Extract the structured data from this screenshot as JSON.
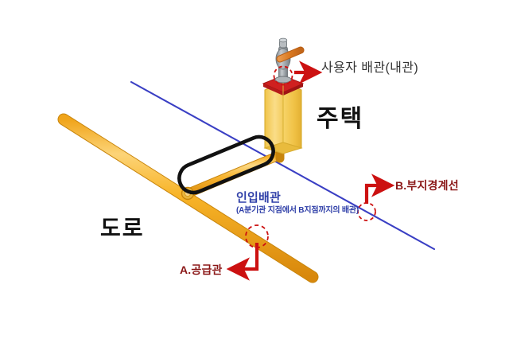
{
  "diagram": {
    "title_visible": false,
    "background_color": "#ffffff",
    "labels": {
      "user_pipe": "사용자 배관(내관)",
      "house": "주택",
      "road": "도로",
      "inlet_pipe_title": "인입배관",
      "inlet_pipe_subtitle": "(A분기관 지점에서 B지점까지의 배관)",
      "point_a": "A.공급관",
      "point_b": "B.부지경계선"
    },
    "colors": {
      "pipe_orange": "#f6a416",
      "pipe_orange_light": "#fbd273",
      "pipe_orange_dark": "#d8860c",
      "house_yellow": "#f7cf5e",
      "house_yellow_light": "#fbe08f",
      "house_yellow_dark": "#e8b93a",
      "house_roof_red": "#cc1f1f",
      "valve_gray": "#9aa0a4",
      "valve_gray_light": "#c9ced2",
      "handle_orange": "#e08a2e",
      "boundary_blue": "#3a3fc4",
      "annotation_red": "#cc1111",
      "annotation_red_dark": "#8a1616",
      "inlet_text_blue": "#2f3fa8",
      "highlight_outline_black": "#111111",
      "text_dark": "#333333",
      "text_black": "#111111"
    },
    "elements": {
      "boundary_line": "부지경계선 (blue diagonal line)",
      "supply_main_pipe": "공급관 (orange road main pipe)",
      "inlet_branch_pipe": "인입배관 (orange branch pipe to house)",
      "house_block": "주택 (yellow 3D block)",
      "meter_valve": "가스 계량기 밸브 (gray valve with orange handle)",
      "highlight_capsule": "인입배관 구간 강조 (black capsule outline)",
      "marker_a": "A 지점 표시 (red dashed circle)",
      "marker_b": "B 지점 표시 (red dashed circle)",
      "marker_user": "사용자 배관 표시 (red dashed circle)"
    }
  }
}
